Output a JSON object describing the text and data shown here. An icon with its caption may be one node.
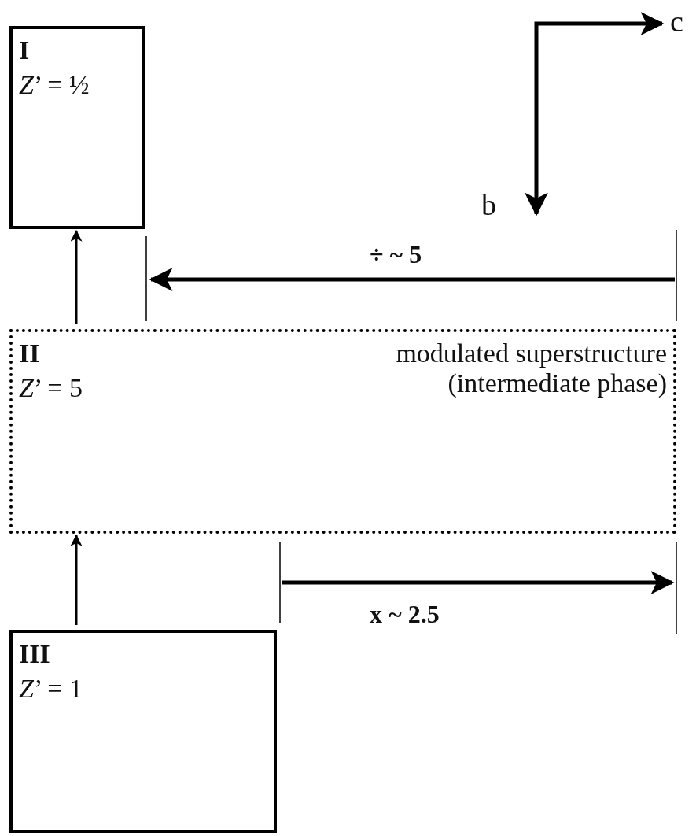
{
  "diagram": {
    "nodes": [
      {
        "text": [
          "I",
          "*Z*’ = ½"
        ]
      },
      {
        "text": [
          "II",
          "*Z*’ = 5",
          "modulated superstructure (intermediate phase)"
        ]
      },
      {
        "text": [
          "III",
          "*Z*’ = 1"
        ]
      }
    ],
    "edges": [
      {
        "from": 2,
        "to": 1,
        "arrow": "to"
      },
      {
        "from": 1,
        "to": 0,
        "arrow": "to"
      }
    ],
    "labels": [
      "÷ ~ 5",
      "x ~ 2.5",
      "c",
      "b"
    ]
  }
}
